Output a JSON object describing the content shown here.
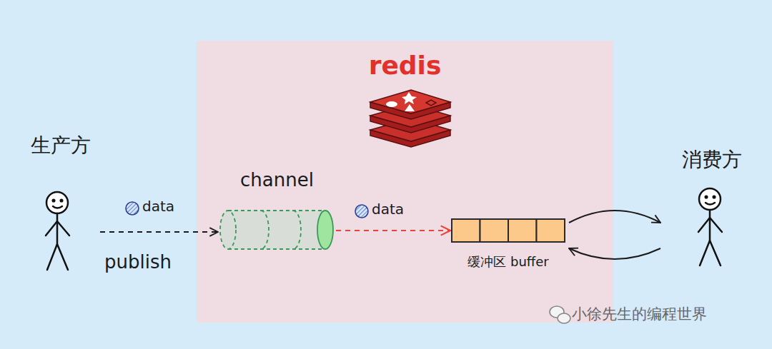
{
  "diagram": {
    "nodes": [
      {
        "text": [
          "生产方"
        ]
      },
      {
        "text": [
          "redis"
        ]
      },
      {
        "text": [
          "channel"
        ],
        "in": 1
      },
      {
        "text": [
          "缓冲区 buffer"
        ],
        "in": 1
      },
      {
        "text": [
          "消费方"
        ]
      }
    ],
    "edges": [
      {
        "from": 0,
        "to": 2,
        "arrow": "to",
        "label": "publish"
      },
      {
        "from": 2,
        "to": 3,
        "arrow": "to",
        "label": "data"
      },
      {
        "from": 3,
        "to": 4,
        "arrow": "to"
      },
      {
        "from": 4,
        "to": 3,
        "arrow": "to"
      }
    ],
    "labels": [
      "data",
      "小徐先生的编程世界"
    ]
  }
}
